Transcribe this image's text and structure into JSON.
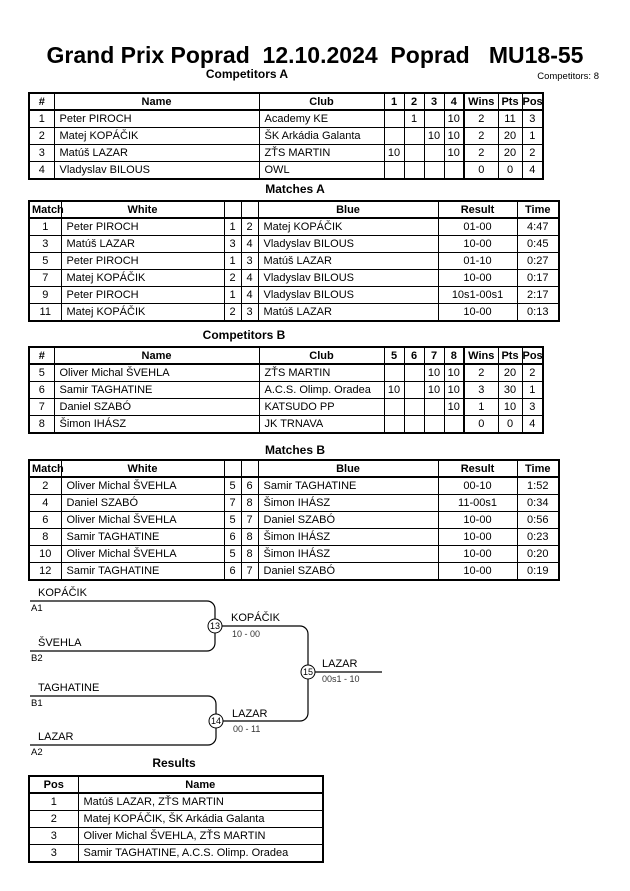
{
  "page": {
    "title": "Grand Prix Poprad  12.10.2024  Poprad   MU18-55",
    "competitors_count": "Competitors: 8"
  },
  "competitors_a": {
    "title": "Competitors A",
    "headers": [
      "#",
      "Name",
      "Club",
      "1",
      "2",
      "3",
      "4",
      "Wins",
      "Pts",
      "Pos"
    ],
    "rows": [
      [
        "1",
        "Peter PIROCH",
        "Academy KE",
        "",
        "1",
        "",
        "10",
        "2",
        "11",
        "3"
      ],
      [
        "2",
        "Matej KOPÁČIK",
        "ŠK Arkádia Galanta",
        "",
        "",
        "10",
        "10",
        "2",
        "20",
        "1"
      ],
      [
        "3",
        "Matúš LAZAR",
        "ZŤS MARTIN",
        "10",
        "",
        "",
        "10",
        "2",
        "20",
        "2"
      ],
      [
        "4",
        "Vladyslav BILOUS",
        "OWL",
        "",
        "",
        "",
        "",
        "0",
        "0",
        "4"
      ]
    ]
  },
  "matches_a": {
    "title": "Matches A",
    "headers": [
      "Match",
      "White",
      "Blue",
      "Result",
      "Time"
    ],
    "rows": [
      [
        "1",
        "Peter PIROCH",
        "1",
        "2",
        "Matej KOPÁČIK",
        "01-00",
        "4:47"
      ],
      [
        "3",
        "Matúš LAZAR",
        "3",
        "4",
        "Vladyslav BILOUS",
        "10-00",
        "0:45"
      ],
      [
        "5",
        "Peter PIROCH",
        "1",
        "3",
        "Matúš LAZAR",
        "01-10",
        "0:27"
      ],
      [
        "7",
        "Matej KOPÁČIK",
        "2",
        "4",
        "Vladyslav BILOUS",
        "10-00",
        "0:17"
      ],
      [
        "9",
        "Peter PIROCH",
        "1",
        "4",
        "Vladyslav BILOUS",
        "10s1-00s1",
        "2:17"
      ],
      [
        "11",
        "Matej KOPÁČIK",
        "2",
        "3",
        "Matúš LAZAR",
        "10-00",
        "0:13"
      ]
    ]
  },
  "competitors_b": {
    "title": "Competitors B",
    "headers": [
      "#",
      "Name",
      "Club",
      "5",
      "6",
      "7",
      "8",
      "Wins",
      "Pts",
      "Pos"
    ],
    "rows": [
      [
        "5",
        "Oliver Michal ŠVEHLA",
        "ZŤS MARTIN",
        "",
        "",
        "10",
        "10",
        "2",
        "20",
        "2"
      ],
      [
        "6",
        "Samir TAGHATINE",
        "A.C.S. Olimp. Oradea",
        "10",
        "",
        "10",
        "10",
        "3",
        "30",
        "1"
      ],
      [
        "7",
        "Daniel SZABÓ",
        "KATSUDO PP",
        "",
        "",
        "",
        "10",
        "1",
        "10",
        "3"
      ],
      [
        "8",
        "Šimon IHÁSZ",
        "JK TRNAVA",
        "",
        "",
        "",
        "",
        "0",
        "0",
        "4"
      ]
    ]
  },
  "matches_b": {
    "title": "Matches B",
    "headers": [
      "Match",
      "White",
      "Blue",
      "Result",
      "Time"
    ],
    "rows": [
      [
        "2",
        "Oliver Michal ŠVEHLA",
        "5",
        "6",
        "Samir TAGHATINE",
        "00-10",
        "1:52"
      ],
      [
        "4",
        "Daniel SZABÓ",
        "7",
        "8",
        "Šimon IHÁSZ",
        "11-00s1",
        "0:34"
      ],
      [
        "6",
        "Oliver Michal ŠVEHLA",
        "5",
        "7",
        "Daniel SZABÓ",
        "10-00",
        "0:56"
      ],
      [
        "8",
        "Samir TAGHATINE",
        "6",
        "8",
        "Šimon IHÁSZ",
        "10-00",
        "0:23"
      ],
      [
        "10",
        "Oliver Michal ŠVEHLA",
        "5",
        "8",
        "Šimon IHÁSZ",
        "10-00",
        "0:20"
      ],
      [
        "12",
        "Samir TAGHATINE",
        "6",
        "7",
        "Daniel SZABÓ",
        "10-00",
        "0:19"
      ]
    ]
  },
  "bracket": {
    "sf1": {
      "top": "KOPÁČIK",
      "top_seed": "A1",
      "bottom": "ŠVEHLA",
      "bottom_seed": "B2",
      "number": "13",
      "winner": "KOPÁČIK",
      "score": "10 - 00"
    },
    "sf2": {
      "top": "TAGHATINE",
      "top_seed": "B1",
      "bottom": "LAZAR",
      "bottom_seed": "A2",
      "number": "14",
      "winner": "LAZAR",
      "score": "00 - 11"
    },
    "final": {
      "number": "15",
      "winner": "LAZAR",
      "score": "00s1 - 10"
    }
  },
  "results": {
    "title": "Results",
    "headers": [
      "Pos",
      "Name"
    ],
    "rows": [
      [
        "1",
        "Matúš LAZAR, ZŤS MARTIN"
      ],
      [
        "2",
        "Matej KOPÁČIK, ŠK Arkádia Galanta"
      ],
      [
        "3",
        "Oliver Michal ŠVEHLA, ZŤS MARTIN"
      ],
      [
        "3",
        "Samir TAGHATINE, A.C.S. Olimp. Oradea"
      ]
    ]
  }
}
